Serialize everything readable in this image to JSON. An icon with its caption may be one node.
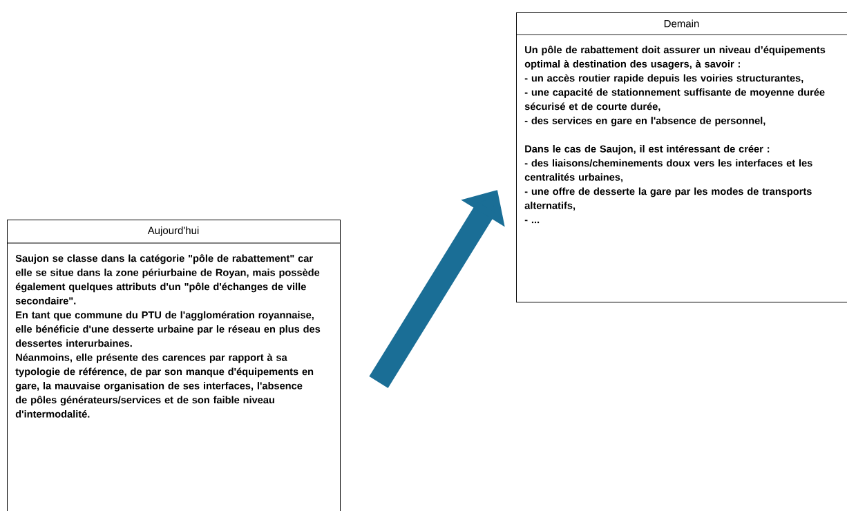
{
  "diagram": {
    "nodes": [
      {
        "text": [
          "Aujourd'hui",
          "Saujon se classe dans la catégorie \"pôle de rabattement\" car elle se situe dans la zone périurbaine de Royan, mais possède également quelques attributs d'un \"pôle d'échanges de ville secondaire\".",
          "En tant que commune du PTU de  l'agglomération royannaise, elle bénéficie d'une desserte urbaine par le réseau en plus des dessertes interurbaines.",
          "Néanmoins, elle présente des carences par rapport à sa typologie de référence, de par son manque d'équipements en gare, la mauvaise organisation de ses interfaces, l'absence de pôles générateurs/services et de son faible niveau d'intermodalité."
        ]
      },
      {
        "text": [
          "Demain",
          "Un pôle de rabattement doit assurer un niveau d’équipements optimal à destination des usagers, à savoir :",
          "- un accès routier rapide depuis les voiries structurantes,",
          "- une capacité de stationnement suffisante de moyenne durée sécurisé et de courte durée,",
          "- des services en gare en l'absence de personnel,",
          "Dans le cas de Saujon, il est intéressant de créer :",
          "- des liaisons/cheminements doux vers les interfaces et les centralités urbaines,",
          "- une offre de desserte la gare par les modes de transports alternatifs,",
          "- ..."
        ]
      }
    ],
    "edges": [
      {
        "from": 0,
        "to": 1,
        "arrow": "to",
        "color": "#1a6e96"
      }
    ]
  }
}
